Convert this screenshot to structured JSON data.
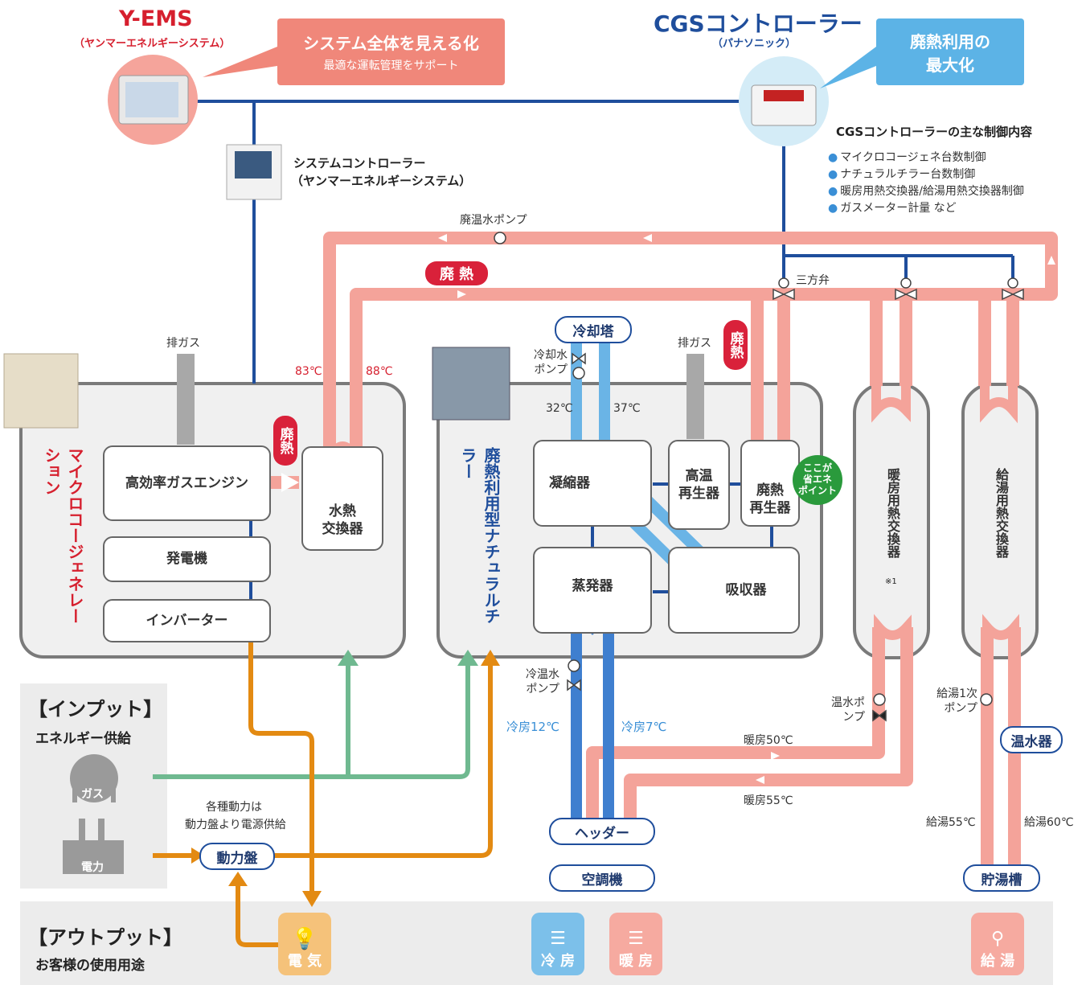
{
  "yems": {
    "title": "Y-EMS",
    "subtitle": "（ヤンマーエネルギーシステム）"
  },
  "visibility_callout": {
    "title": "システム全体を見える化",
    "sub": "最適な運転管理をサポート"
  },
  "cgs": {
    "title": "CGSコントローラー",
    "subtitle": "（パナソニック）"
  },
  "waste_heat_callout": {
    "line1": "廃熱利用の",
    "line2": "最大化"
  },
  "cgs_control": {
    "heading": "CGSコントローラーの主な制御内容",
    "items": [
      "マイクロコージェネ台数制御",
      "ナチュラルチラー台数制御",
      "暖房用熱交換器/給湯用熱交換器制御",
      "ガスメーター計量 など"
    ]
  },
  "system_controller": {
    "line1": "システムコントローラー",
    "line2": "（ヤンマーエネルギーシステム）"
  },
  "labels": {
    "waste_water_pump": "廃温水ポンプ",
    "waste_heat": "廃 熱",
    "waste_heat_v": "廃熱",
    "three_way_valve": "三方弁",
    "exhaust": "排ガス",
    "t83": "83℃",
    "t88": "88℃",
    "cooling_tower": "冷却塔",
    "cooling_water_pump": "冷却水ポンプ",
    "t32": "32℃",
    "t37": "37℃",
    "chilled_water_pump": "冷温水ポンプ",
    "cool12": "冷房12℃",
    "cool7": "冷房7℃",
    "heat50": "暖房50℃",
    "heat55": "暖房55℃",
    "hot_water_pump": "温水ポンプ",
    "supply1_pump": "給湯1次ポンプ",
    "supply55": "給湯55℃",
    "supply60": "給湯60℃",
    "power_note_1": "各種動力は",
    "power_note_2": "動力盤より電源供給",
    "gas": "ガス",
    "electricity_src": "電力",
    "note1": "※1"
  },
  "cogen": {
    "name": "マイクロコージェネレーション",
    "engine": "高効率ガスエンジン",
    "generator": "発電機",
    "inverter": "インバーター",
    "heat_exchanger": "水熱\n交換器"
  },
  "chiller": {
    "name": "廃熱利用型ナチュラルチラー",
    "condenser": "凝縮器",
    "evaporator": "蒸発器",
    "high_temp_regen": "高温\n再生器",
    "waste_heat_regen": "廃熱\n再生器",
    "absorber": "吸収器",
    "saving_point": "ここが\n省エネ\nポイント"
  },
  "heating_hx": "暖房用熱交換器",
  "supply_hx": "給湯用熱交換器",
  "water_heater": "温水器",
  "storage_tank": "貯湯槽",
  "header": "ヘッダー",
  "air_conditioner": "空調機",
  "power_panel": "動力盤",
  "input": {
    "title": "【インプット】",
    "sub": "エネルギー供給"
  },
  "output": {
    "title": "【アウトプット】",
    "sub": "お客様の使用用途"
  },
  "outputs": [
    {
      "label": "電 気",
      "icon": "lightbulb-icon",
      "color": "#f5c27a"
    },
    {
      "label": "冷 房",
      "icon": "cooling-icon",
      "color": "#7cc0ea"
    },
    {
      "label": "暖 房",
      "icon": "heating-icon",
      "color": "#f6aaa0"
    },
    {
      "label": "給 湯",
      "icon": "faucet-icon",
      "color": "#f6aaa0"
    }
  ],
  "colors": {
    "hot": "#f4a39a",
    "cold": "#3f7fcf",
    "cold_light": "#6ab4e6",
    "elec": "#e38a12",
    "gas": "#6fb990",
    "signal": "#1f4e9c"
  }
}
